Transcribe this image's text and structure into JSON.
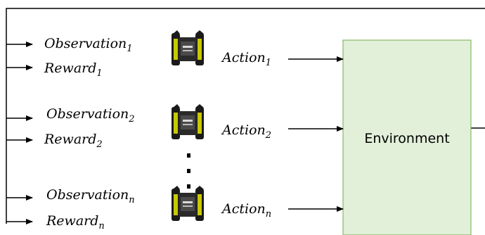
{
  "environment": {
    "label": "Environment"
  },
  "agents": [
    {
      "observation": "Observation",
      "observation_sub": "1",
      "reward": "Reward",
      "reward_sub": "1",
      "action": "Action",
      "action_sub": "1"
    },
    {
      "observation": "Observation",
      "observation_sub": "2",
      "reward": "Reward",
      "reward_sub": "2",
      "action": "Action",
      "action_sub": "2"
    },
    {
      "observation": "Observation",
      "observation_sub": "n",
      "reward": "Reward",
      "reward_sub": "n",
      "action": "Action",
      "action_sub": "n"
    }
  ],
  "colors": {
    "environment_fill": "#e2efd9",
    "environment_stroke": "#70ad47",
    "robot_body": "#1a1a1a",
    "robot_accent": "#c8c800"
  },
  "icons": {
    "robot": "tracked-robot-icon",
    "ellipsis": "vertical-dots"
  }
}
